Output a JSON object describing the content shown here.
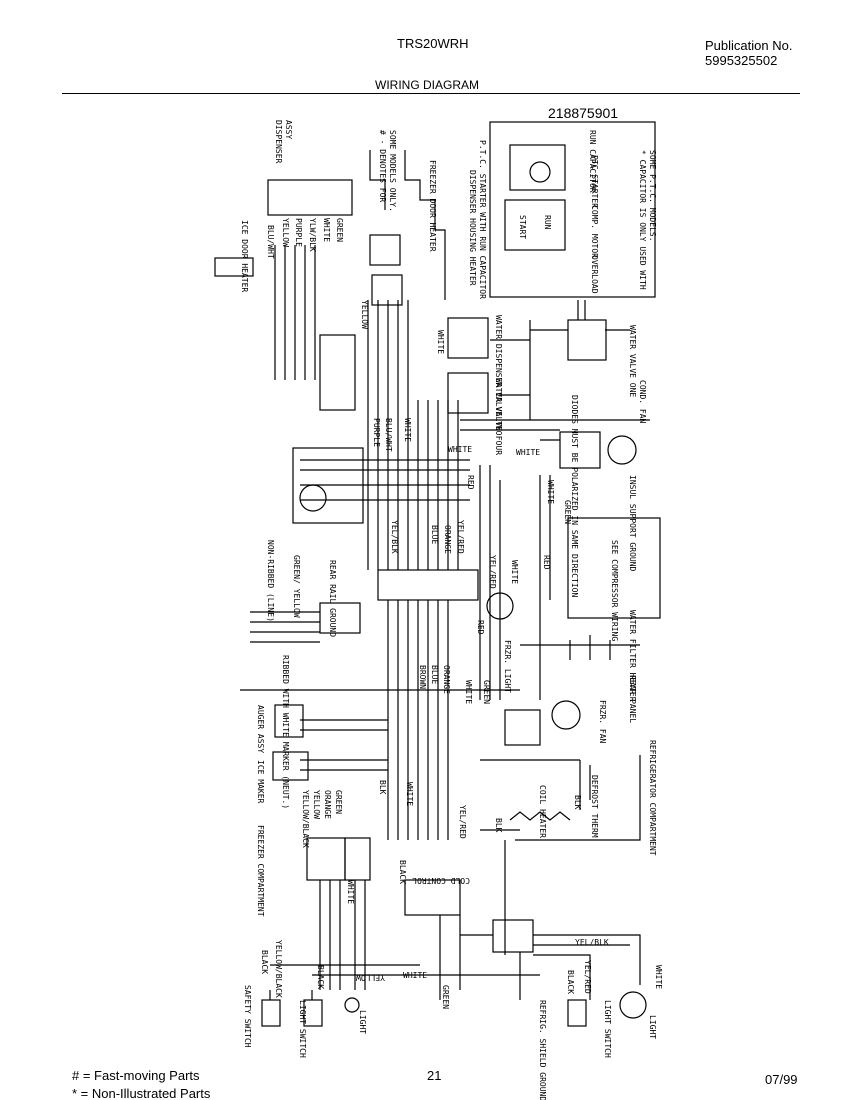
{
  "header": {
    "model": "TRS20WRH",
    "publication_label": "Publication No.",
    "publication_number": "5995325502",
    "title": "WIRING DIAGRAM"
  },
  "diagram": {
    "part_number": "218875901",
    "labels": {
      "ice_door_heater": "ICE DOOR HEATER",
      "dispenser_assy_1": "DISPENSER",
      "dispenser_assy_2": "ASSY",
      "denotes_1": "# - DENOTES FOR",
      "denotes_2": "SOME MODELS ONLY.",
      "freezer_door_heater": "FREEZER DOOR HEATER",
      "dispenser_housing_heater": "DISPENSER HOUSING HEATER",
      "ptc_starter_run_cap": "P.T.C. STARTER WITH RUN CAPACITOR",
      "run_capacitor": "RUN CAPACITOR",
      "ptc_starter": "PTC STARTER",
      "comp_motor": "COMP. MOTOR",
      "start": "START",
      "run": "RUN",
      "overload": "OVERLOAD",
      "capacitor_note_1": "* CAPACITOR IS ONLY USED WITH",
      "capacitor_note_2": "SOME P.T.C. MODELS.",
      "water_valve_two": "WATER DISPENSER VALVE TWO",
      "water_valve_one": "WATER VALVE ONE",
      "water_valve_four": "WATER VALVE FOUR",
      "diodes_note": "DIODES MUST BE POLARIZED IN SAME DIRECTION",
      "cond_fan": "COND. FAN",
      "insul_support_ground": "INSUL SUPPORT GROUND",
      "see_compressor_wiring": "SEE COMPRESSOR WIRING",
      "non_ribbed_line": "NON-RIBBED (LINE)",
      "ribbed_white_marker": "RIBBED WITH WHITE MARKER (NEUT.)",
      "rear_rail_ground": "REAR RAIL GROUND",
      "water_filter_heater": "WATER FILTER HEATER",
      "rear_panel": "REAR PANEL",
      "freezer_light": "FRZR. LIGHT",
      "auger_assy": "AUGER ASSY",
      "ice_maker": "ICE MAKER",
      "frzr_fan": "FRZR. FAN",
      "defrost_therm": "DEFROST THERM.",
      "coil_heater": "COIL HEATER",
      "refrigerator_compartment": "REFRIGERATOR COMPARTMENT",
      "freezer_compartment": "FREEZER COMPARTMENT",
      "cold_control": "COLD CONTROL",
      "safety_switch": "SAFETY SWITCH",
      "light_switch": "LIGHT SWITCH",
      "light": "LIGHT",
      "refrig_shield_ground": "REFRIG. SHIELD GROUND"
    },
    "wire_colors": {
      "blu_wht": "BLU/WHT",
      "yellow": "YELLOW",
      "purple": "PURPLE",
      "ylw_blk": "YLW/BLK",
      "white": "WHITE",
      "green": "GREEN",
      "blue": "BLUE",
      "orange": "ORANGE",
      "brown": "BROWN",
      "red": "RED",
      "black": "BLACK",
      "blk": "BLK",
      "yel_red": "YEL/RED",
      "yel_blk": "YEL/BLK",
      "yellow_black": "YELLOW/BLACK",
      "green_yellow": "GREEN/ YELLOW"
    }
  },
  "footer": {
    "legend_1": "# = Fast-moving Parts",
    "legend_2": "* = Non-Illustrated Parts",
    "page_number": "21",
    "date": "07/99"
  }
}
